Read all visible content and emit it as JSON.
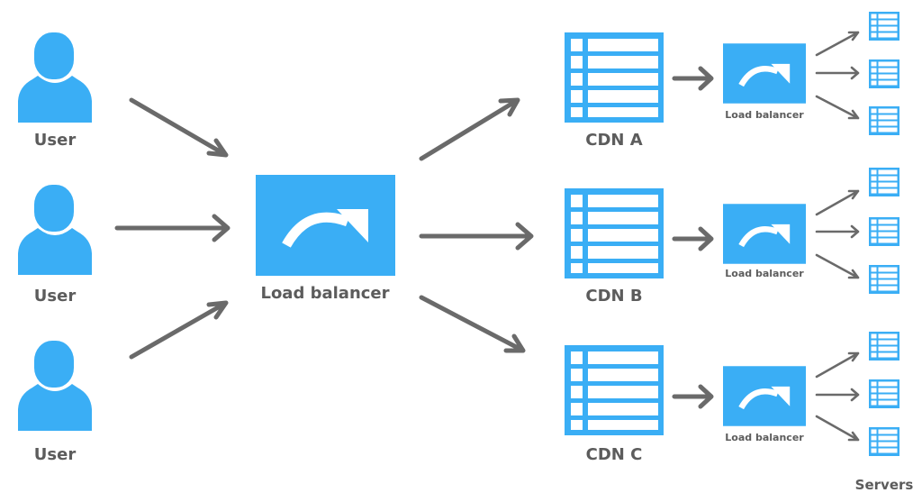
{
  "users": [
    {
      "label": "User"
    },
    {
      "label": "User"
    },
    {
      "label": "User"
    }
  ],
  "main_balancer": {
    "label": "Load balancer"
  },
  "cdns": [
    {
      "label": "CDN A",
      "balancer_label": "Load balancer"
    },
    {
      "label": "CDN B",
      "balancer_label": "Load balancer"
    },
    {
      "label": "CDN C",
      "balancer_label": "Load balancer"
    }
  ],
  "servers_label": "Servers",
  "colors": {
    "accent": "#3aaef5",
    "arrow": "#6a6a6a",
    "text": "#5c5c5c"
  }
}
